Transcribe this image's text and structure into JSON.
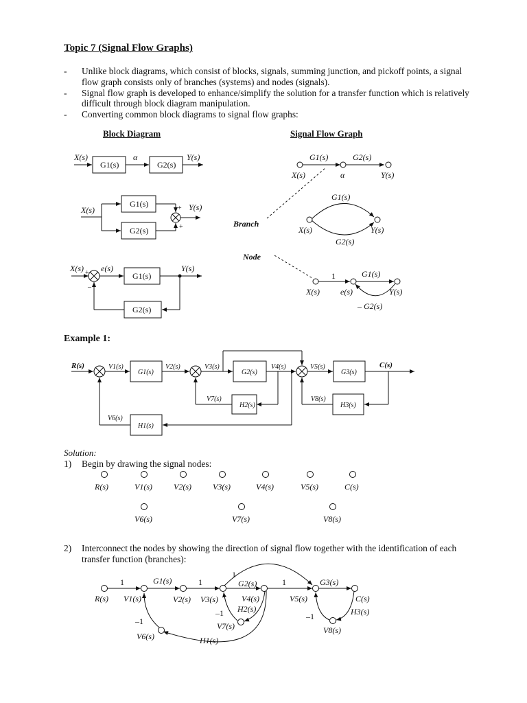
{
  "title": "Topic 7 (Signal Flow Graphs)",
  "bullets": [
    "Unlike block diagrams, which consist of blocks, signals, summing junction, and pickoff points, a signal flow graph consists only of branches (systems) and nodes (signals).",
    "Signal flow graph is developed to enhance/simplify the solution for a transfer function which is relatively difficult through block diagram manipulation.",
    "Converting common block diagrams to signal flow graphs:"
  ],
  "bullet_mark": "-",
  "headings": {
    "block_diagram": "Block Diagram",
    "signal_flow_graph": "Signal Flow Graph"
  },
  "labels": {
    "X": "X(s)",
    "Y": "Y(s)",
    "G1": "G1(s)",
    "G2": "G2(s)",
    "alpha": "α",
    "e": "e(s)",
    "one": "1",
    "negG2": "– G2(s)",
    "branch": "Branch",
    "node": "Node",
    "plus": "+",
    "minus": "–"
  },
  "example": "Example 1:",
  "example_labels": {
    "R": "R(s)",
    "V1": "V1(s)",
    "V2": "V2(s)",
    "V3": "V3(s)",
    "V4": "V4(s)",
    "V5": "V5(s)",
    "V6": "V6(s)",
    "V7": "V7(s)",
    "V8": "V8(s)",
    "C": "C(s)",
    "G1": "G1(s)",
    "G2": "G2(s)",
    "G3": "G3(s)",
    "H1": "H1(s)",
    "H2": "H2(s)",
    "H3": "H3(s)"
  },
  "solution": "Solution:",
  "steps": [
    {
      "num": "1)",
      "text": "Begin by drawing the signal nodes:"
    },
    {
      "num": "2)",
      "text": "Interconnect the nodes by showing the direction of signal flow together with the identification of each transfer function (branches):"
    }
  ],
  "nodes_row1": [
    "R(s)",
    "V1(s)",
    "V2(s)",
    "V3(s)",
    "V4(s)",
    "V5(s)",
    "C(s)"
  ],
  "nodes_row2": [
    "V6(s)",
    "V7(s)",
    "V8(s)"
  ],
  "sfg_labels": {
    "one": "1",
    "neg_one": "–1"
  }
}
